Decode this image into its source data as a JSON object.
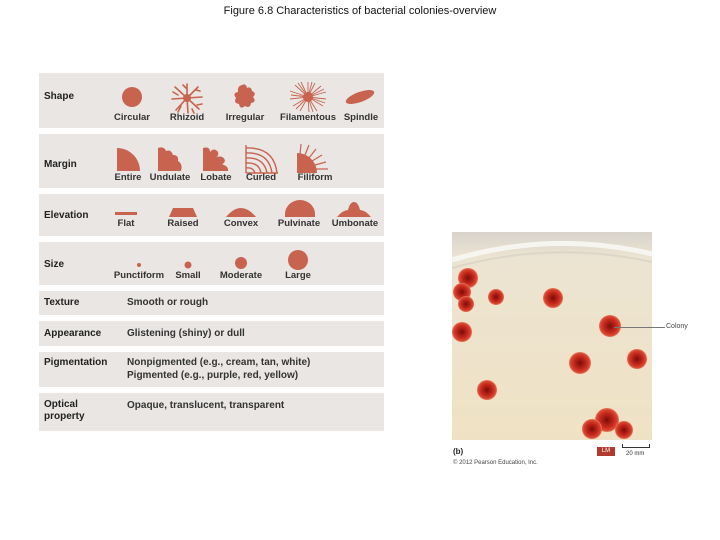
{
  "title": "Figure 6.8  Characteristics of bacterial colonies-overview",
  "chart": {
    "shape": {
      "label": "Shape",
      "items": [
        "Circular",
        "Rhizoid",
        "Irregular",
        "Filamentous",
        "Spindle"
      ]
    },
    "margin": {
      "label": "Margin",
      "items": [
        "Entire",
        "Undulate",
        "Lobate",
        "Curled",
        "Filiform"
      ]
    },
    "elevation": {
      "label": "Elevation",
      "items": [
        "Flat",
        "Raised",
        "Convex",
        "Pulvinate",
        "Umbonate"
      ]
    },
    "size": {
      "label": "Size",
      "items": [
        "Punctiform",
        "Small",
        "Moderate",
        "Large"
      ]
    },
    "texture": {
      "label": "Texture",
      "desc": "Smooth or rough"
    },
    "appearance": {
      "label": "Appearance",
      "desc": "Glistening (shiny) or dull"
    },
    "pigmentation": {
      "label": "Pigmentation",
      "desc1": "Nonpigmented (e.g., cream, tan, white)",
      "desc2": "Pigmented (e.g., purple, red, yellow)"
    },
    "optical": {
      "label1": "Optical",
      "label2": "property",
      "desc": "Opaque, translucent, transparent"
    }
  },
  "photo": {
    "callout": "Colony",
    "part_label": "(b)",
    "copyright": "© 2012 Pearson Education, Inc.",
    "badge": "LM",
    "scale": "20 mm"
  },
  "colors": {
    "band": "#e9e6e3",
    "shape_fill": "#c8634f",
    "agar": "#efe2c4",
    "colony": "#c1271b"
  }
}
